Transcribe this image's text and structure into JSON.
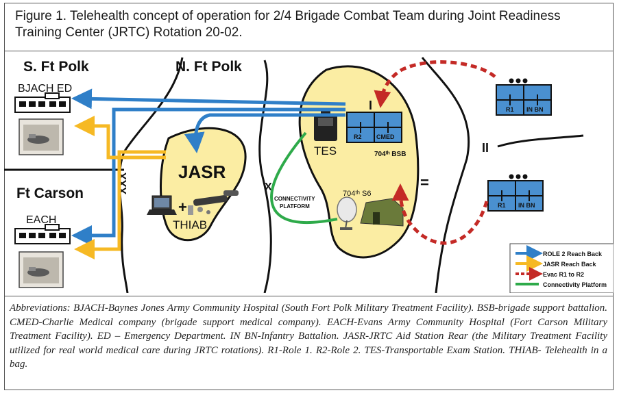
{
  "caption": "Figure 1. Telehealth concept of operation for 2/4 Brigade Combat Team during Joint Readiness Training Center (JRTC) Rotation 20-02.",
  "regions": {
    "s_ft_polk": "S. Ft Polk",
    "n_ft_polk": "N. Ft Polk",
    "ft_carson": "Ft Carson"
  },
  "nodes": {
    "bjach_ed": "BJACH ED",
    "each": "EACH",
    "jasr": "JASR",
    "thiab": "THIAB",
    "tes": "TES",
    "connectivity_platform_line1": "CONNECTIVITY",
    "connectivity_platform_line2": "PLATFORM",
    "bsb_704": "704ᵗʰ BSB",
    "s6_704": "704ᵗʰ S6"
  },
  "unit_symbols": {
    "bsb_echelon": "I",
    "bsb_left": "R2",
    "bsb_right": "CMED",
    "r1_upper_left": "R1",
    "r1_upper_right": "IN BN",
    "r1_lower_left": "R1",
    "r1_lower_right": "IN BN",
    "battalion_echelon": "II",
    "boundary_xxx": "XXX",
    "boundary_x": "X",
    "boundary_eq": "="
  },
  "legend": [
    {
      "label": "ROLE 2 Reach Back",
      "color": "#2f7fc8",
      "style": "solid"
    },
    {
      "label": "JASR Reach Back",
      "color": "#f6b924",
      "style": "solid"
    },
    {
      "label": "Evac R1 to R2",
      "color": "#c42a26",
      "style": "dashed"
    },
    {
      "label": "Connectivity Platform",
      "color": "#2eaa4a",
      "style": "solid"
    }
  ],
  "colors": {
    "blob_fill": "#fbeda3",
    "unit_fill": "#4a90d0",
    "role2_arrow": "#2f7fc8",
    "jasr_arrow": "#f6b924",
    "evac_arrow": "#c42a26",
    "connectivity": "#2eaa4a"
  },
  "abbreviations": "Abbreviations: BJACH-Baynes Jones Army Community Hospital (South Fort Polk Military Treatment Facility). BSB-brigade support battalion. CMED-Charlie Medical company (brigade support medical company). EACH-Evans Army Community Hospital (Fort Carson Military Treatment Facility). ED – Emergency Department. IN BN-Infantry Battalion. JASR-JRTC Aid Station Rear (the Military Treatment Facility utilized for real world medical care during JRTC rotations). R1-Role 1. R2-Role 2. TES-Transportable Exam Station. THIAB- Telehealth in a bag."
}
